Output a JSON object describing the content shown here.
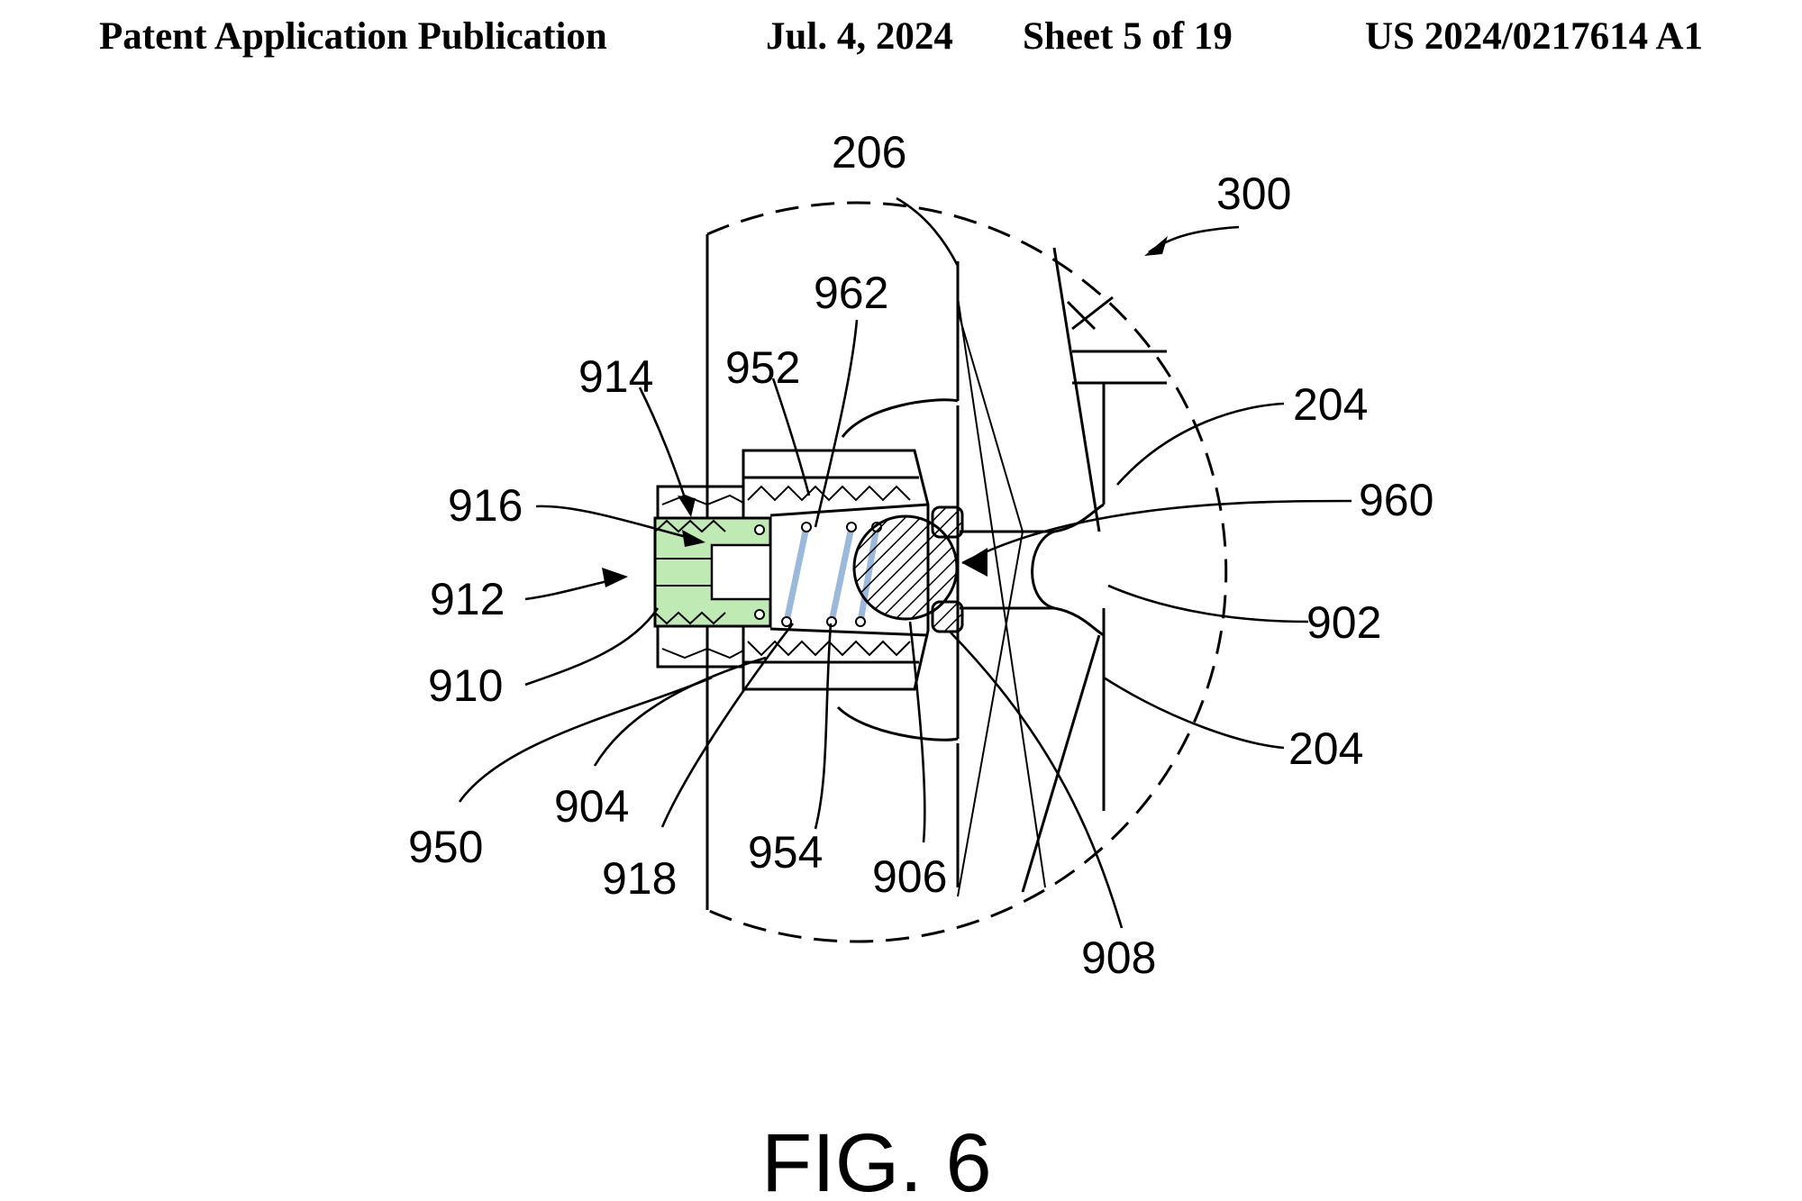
{
  "header": {
    "left": "Patent Application Publication",
    "date": "Jul. 4, 2024",
    "sheet": "Sheet 5 of 19",
    "number": "US 2024/0217614 A1"
  },
  "figure": {
    "caption": "FIG. 6",
    "labels": {
      "l206": "206",
      "l300": "300",
      "l962": "962",
      "l914": "914",
      "l952": "952",
      "l204a": "204",
      "l916": "916",
      "l960": "960",
      "l912": "912",
      "l902": "902",
      "l910": "910",
      "l204b": "204",
      "l950": "950",
      "l904": "904",
      "l918": "918",
      "l954": "954",
      "l906": "906",
      "l908": "908"
    }
  },
  "colors": {
    "insert_fill": "#bfeab4",
    "spring": "#9ab9dc",
    "line": "#000000"
  }
}
